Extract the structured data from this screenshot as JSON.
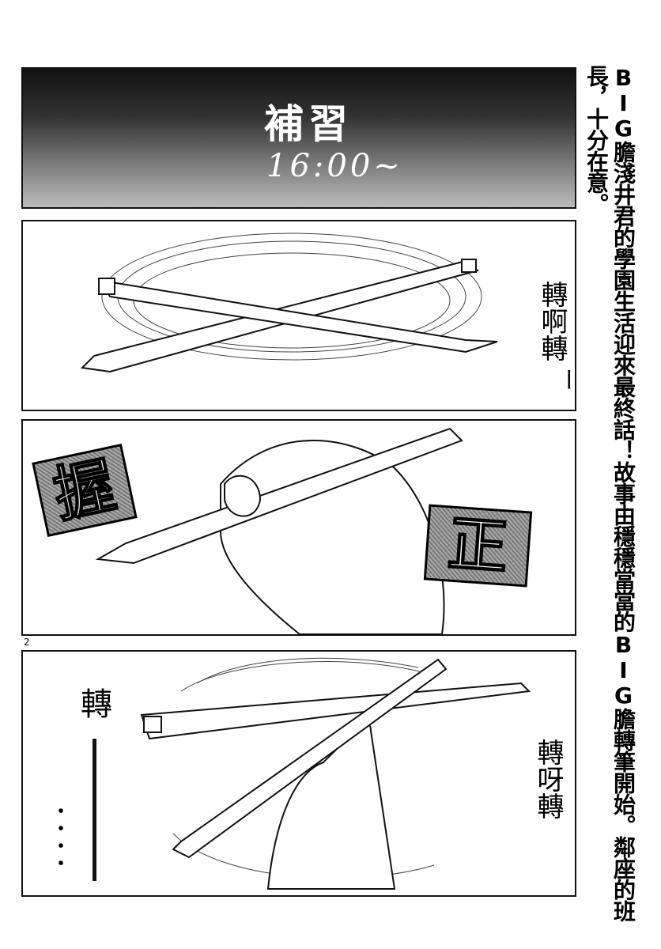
{
  "panel1": {
    "title": "補習",
    "time": "16:00~"
  },
  "panel2": {
    "sfx": "轉啊轉",
    "dash": "ー"
  },
  "panel3": {
    "sfx_left": "握",
    "sfx_right": "正"
  },
  "panel4": {
    "sfx_left": "轉",
    "sfx_dots": "・・・・",
    "sfx_right": "轉呀轉"
  },
  "page_number": "2",
  "side_caption": "BIG膽淺井君的學園生活迎來最終話！故事由穩穩當當的BIG膽轉筆開始。鄰座的班長，十分在意。"
}
